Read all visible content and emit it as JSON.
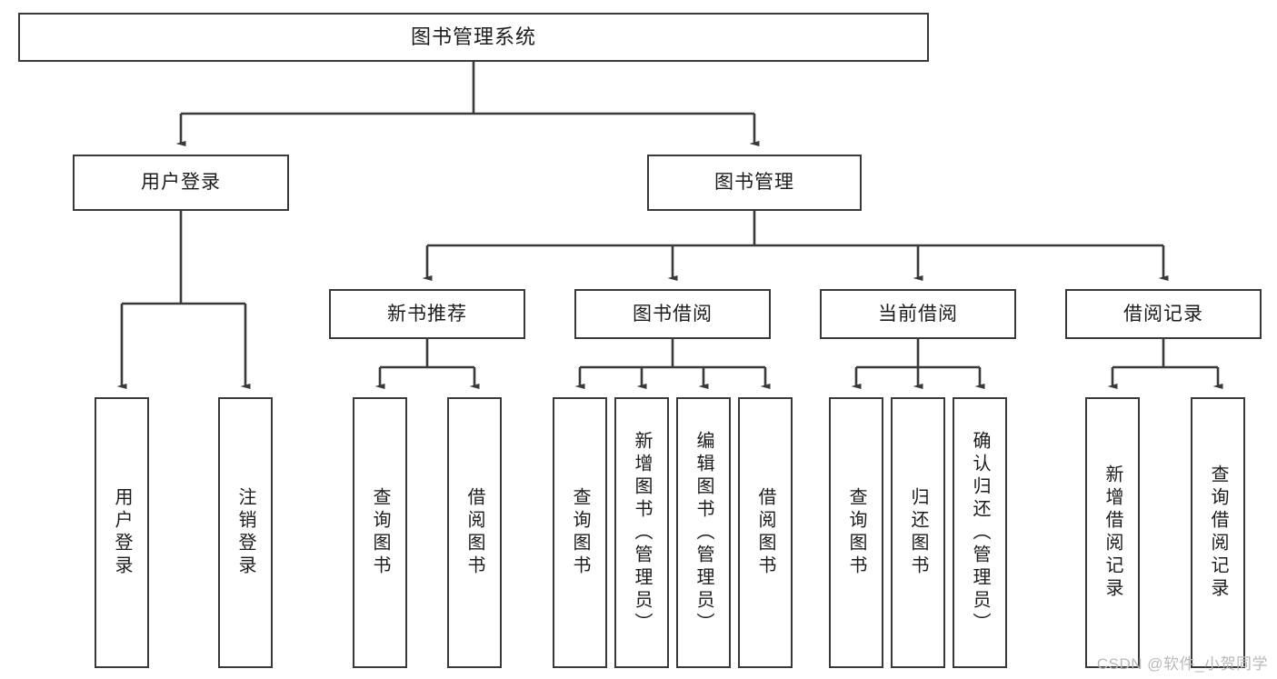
{
  "diagram": {
    "type": "tree-hierarchy-chart",
    "title": "图书管理系统",
    "orientation": "top-down",
    "colors": {
      "box_border": "#3a3a3a",
      "box_fill": "#ffffff",
      "edge": "#3a3a3a",
      "text": "#1c1c1c",
      "watermark": "#b9b9b9",
      "background": "#ffffff"
    },
    "root": {
      "label": "图书管理系统"
    },
    "level1": [
      {
        "label": "用户登录"
      },
      {
        "label": "图书管理"
      }
    ],
    "level2": [
      {
        "label": "新书推荐"
      },
      {
        "label": "图书借阅"
      },
      {
        "label": "当前借阅"
      },
      {
        "label": "借阅记录"
      }
    ],
    "leaves": {
      "user_login": [
        {
          "label": "用户登录"
        },
        {
          "label": "注销登录"
        }
      ],
      "new_book_recommend": [
        {
          "label": "查询图书"
        },
        {
          "label": "借阅图书"
        }
      ],
      "book_borrow": [
        {
          "label": "查询图书"
        },
        {
          "label": "新增图书（管理员）"
        },
        {
          "label": "编辑图书（管理员）"
        },
        {
          "label": "借阅图书"
        }
      ],
      "current_borrow": [
        {
          "label": "查询图书"
        },
        {
          "label": "归还图书"
        },
        {
          "label": "确认归还（管理员）"
        }
      ],
      "borrow_record": [
        {
          "label": "新增借阅记录"
        },
        {
          "label": "查询借阅记录"
        }
      ]
    }
  },
  "watermark": {
    "text": "CSDN @软件_小贺同学"
  }
}
